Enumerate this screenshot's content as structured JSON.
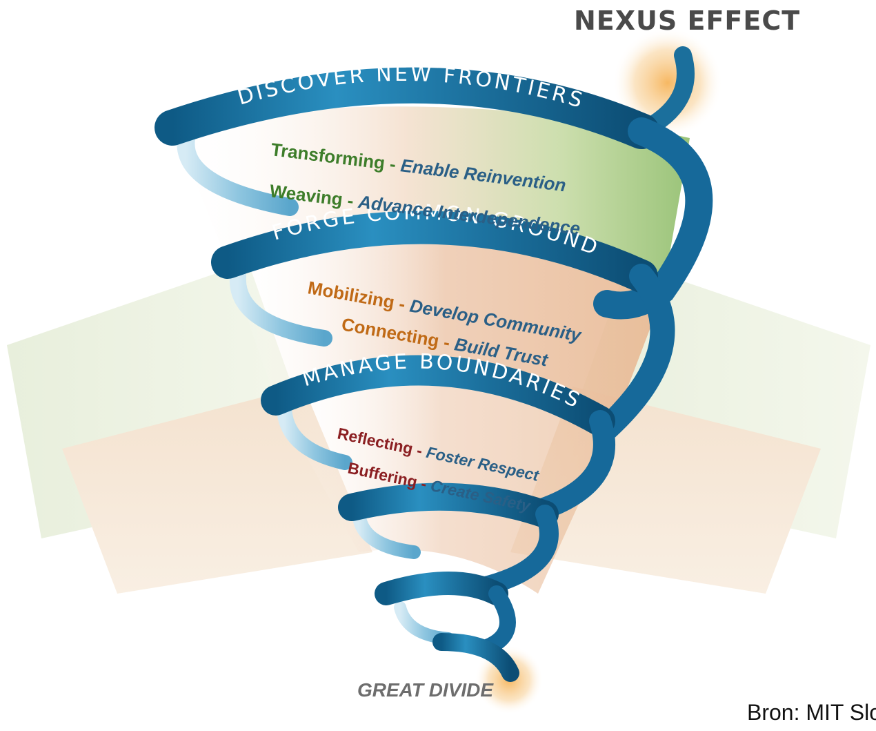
{
  "title": "NEXUS EFFECT",
  "bottom_label": "GREAT DIVIDE",
  "source_note": "Bron: MIT Slo",
  "colors": {
    "ribbon": "#1b6f9c",
    "ribbon_light": "#8fc6e0",
    "green": "#3d7d2a",
    "orange": "#c06a16",
    "red": "#8b1f22",
    "desc": "#2a5f86",
    "glow": "#f6b45a"
  },
  "levels": [
    {
      "band": "DISCOVER NEW FRONTIERS",
      "items": [
        {
          "name": "Transforming",
          "desc": "Enable Reinvention"
        },
        {
          "name": "Weaving",
          "desc": "Advance Interdependence"
        }
      ]
    },
    {
      "band": "FORGE COMMON GROUND",
      "items": [
        {
          "name": "Mobilizing",
          "desc": "Develop Community"
        },
        {
          "name": "Connecting",
          "desc": "Build Trust"
        }
      ]
    },
    {
      "band": "MANAGE BOUNDARIES",
      "items": [
        {
          "name": "Reflecting",
          "desc": "Foster Respect"
        },
        {
          "name": "Buffering",
          "desc": "Create Safety"
        }
      ]
    }
  ]
}
